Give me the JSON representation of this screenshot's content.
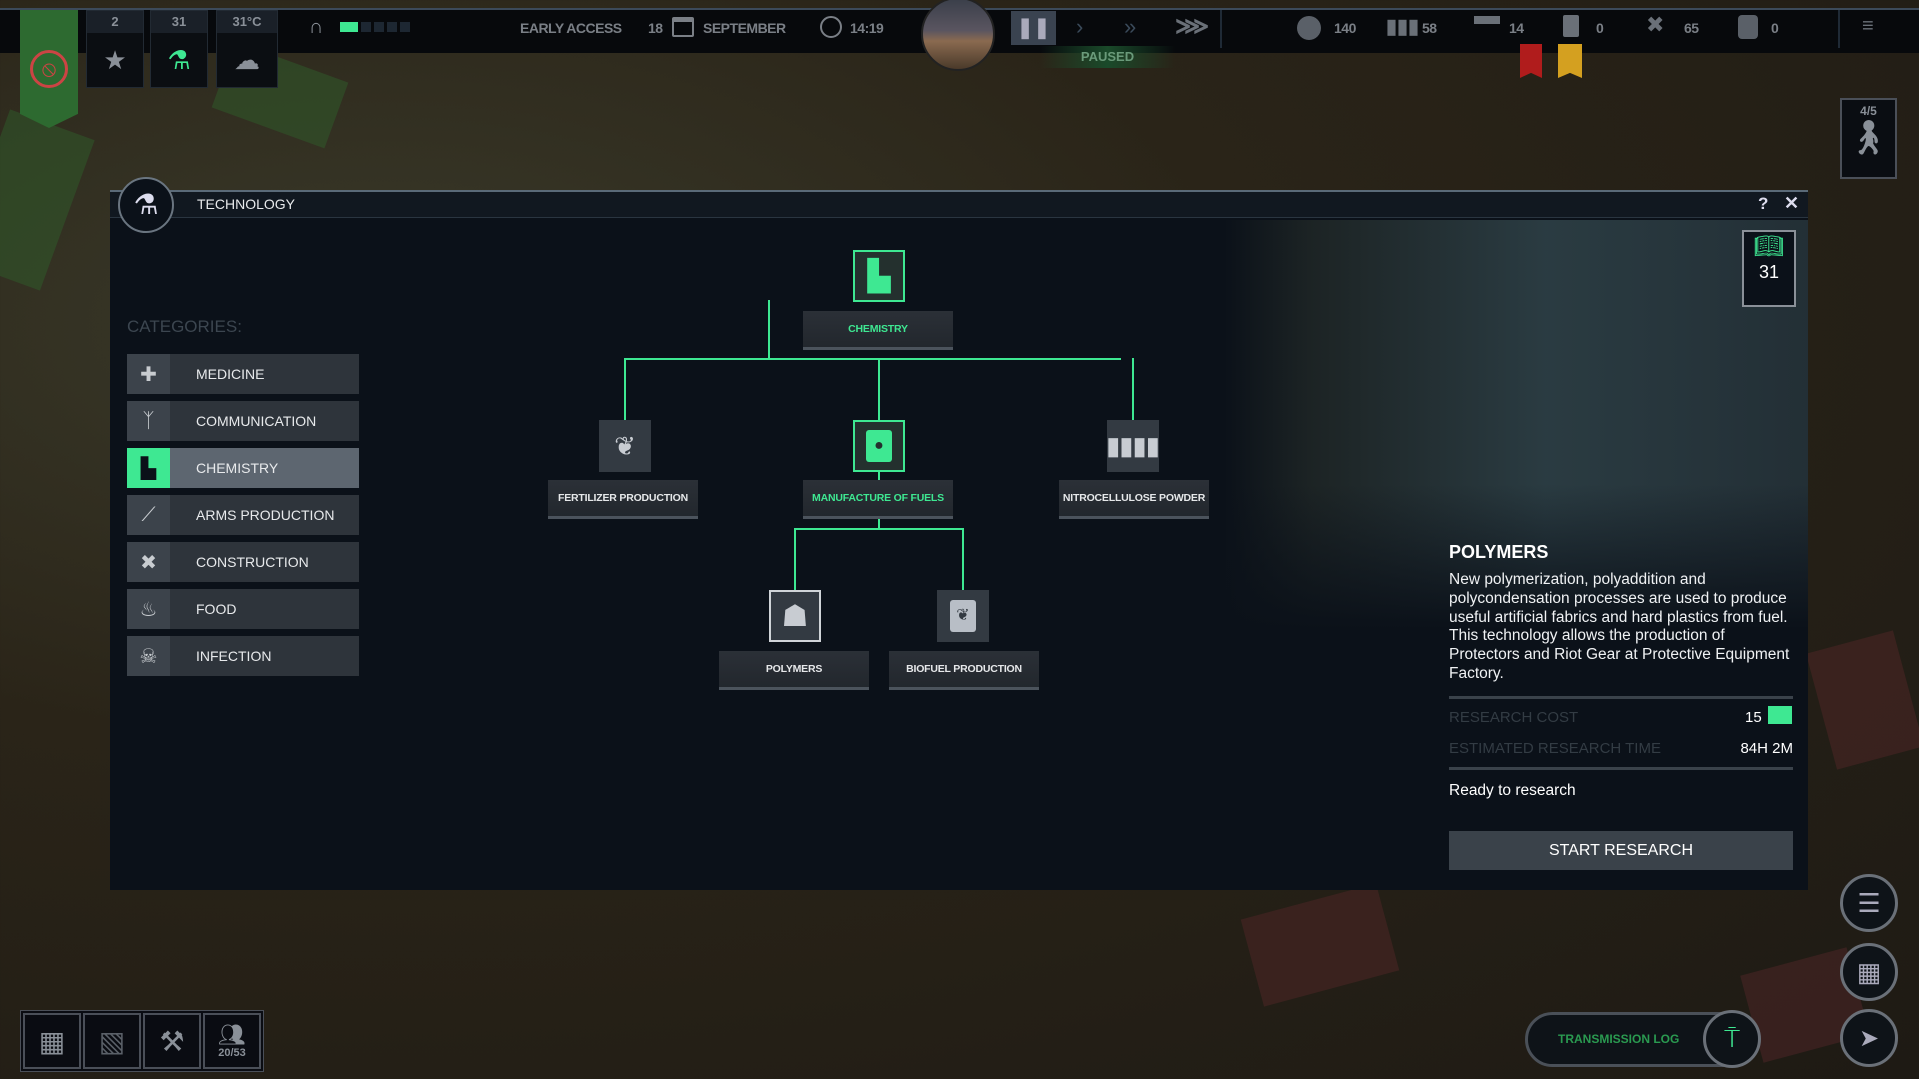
{
  "topbar": {
    "stats": [
      {
        "value": "2",
        "icon": "star-icon"
      },
      {
        "value": "31",
        "icon": "research-flask-icon"
      },
      {
        "value": "31°C",
        "icon": "cloud-icon"
      }
    ],
    "status": "EARLY ACCESS",
    "date_day": "18",
    "date_month": "SEPTEMBER",
    "time": "14:19",
    "paused_label": "PAUSED",
    "resources": [
      {
        "icon": "food-ration-icon",
        "value": "140"
      },
      {
        "icon": "ammo-icon",
        "value": "58"
      },
      {
        "icon": "gun-icon",
        "value": "14"
      },
      {
        "icon": "fuel-icon",
        "value": "0"
      },
      {
        "icon": "tools-icon",
        "value": "65"
      },
      {
        "icon": "materials-icon",
        "value": "0"
      }
    ],
    "squad_count": "4/5"
  },
  "technology": {
    "title": "TECHNOLOGY",
    "help": "?",
    "close": "✕",
    "categories_label": "CATEGORIES:",
    "categories": [
      {
        "label": "MEDICINE",
        "icon": "medicine-icon",
        "active": false
      },
      {
        "label": "COMMUNICATION",
        "icon": "antenna-icon",
        "active": false
      },
      {
        "label": "CHEMISTRY",
        "icon": "factory-icon",
        "active": true
      },
      {
        "label": "ARMS PRODUCTION",
        "icon": "rifle-icon",
        "active": false
      },
      {
        "label": "CONSTRUCTION",
        "icon": "hammer-wrench-icon",
        "active": false
      },
      {
        "label": "FOOD",
        "icon": "bowl-icon",
        "active": false
      },
      {
        "label": "INFECTION",
        "icon": "skull-icon",
        "active": false
      }
    ],
    "tree": {
      "root": "CHEMISTRY",
      "fertilizer": "FERTILIZER PRODUCTION",
      "fuels": "MANUFACTURE OF FUELS",
      "nitro": "NITROCELLULOSE POWDER",
      "polymers": "POLYMERS",
      "biofuel": "BIOFUEL PRODUCTION"
    },
    "research_points": "31",
    "detail": {
      "title": "POLYMERS",
      "description": "New polymerization, polyaddition and polycondensation processes are used to produce useful artificial fabrics and hard plastics from fuel. This technology allows the production of Protectors and Riot Gear at Protective Equipment Factory.",
      "cost_label": "RESEARCH COST",
      "cost_value": "15",
      "time_label": "ESTIMATED RESEARCH TIME",
      "time_value": "84H 2M",
      "status": "Ready to research",
      "button": "START RESEARCH"
    }
  },
  "bottom": {
    "population": "20/53",
    "transmission_log": "TRANSMISSION LOG"
  },
  "colors": {
    "accent": "#3ee892",
    "panel": "#0b1119"
  }
}
